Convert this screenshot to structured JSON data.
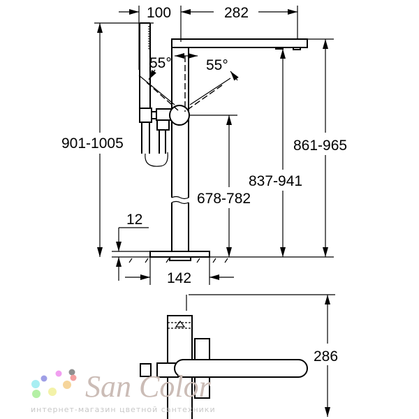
{
  "dimensions": {
    "hand_shower_offset": "100",
    "spout_reach": "282",
    "total_height": "901-1005",
    "spout_top_height": "861-965",
    "spout_outlet_height": "837-941",
    "mixer_height": "678-782",
    "plate_thickness": "12",
    "plate_width": "142",
    "plan_depth": "286",
    "swivel_left": "55°",
    "swivel_right": "55°"
  },
  "watermark": {
    "brand": "San Color",
    "tagline": "интернет-магазин цветной сантехники",
    "dot_colors": [
      "#9f9fe6",
      "#f19ff0",
      "#8f8f8f",
      "#f4a0a0",
      "#a8eef2",
      "#f6d59b",
      "#b4f0a5",
      "#f3f2a8"
    ]
  }
}
